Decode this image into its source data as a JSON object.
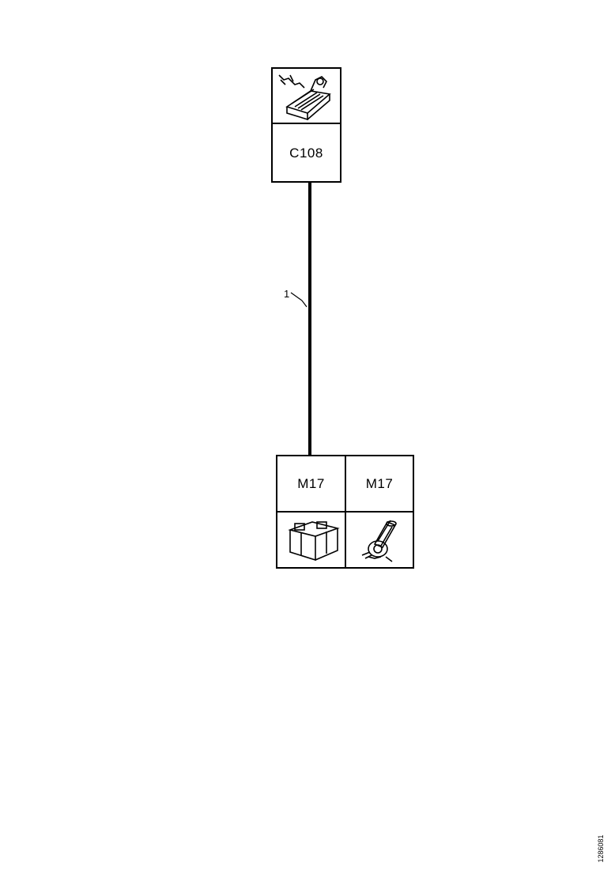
{
  "connector_top": {
    "id_label": "C108",
    "icon": "connector-icon"
  },
  "wire": {
    "label": "1"
  },
  "component_bottom": {
    "left": {
      "id_label": "M17",
      "icon": "relay-module-icon"
    },
    "right": {
      "id_label": "M17",
      "icon": "electric-motor-icon"
    }
  },
  "doc_id": "1286081",
  "colors": {
    "line": "#000000",
    "background": "#ffffff"
  }
}
